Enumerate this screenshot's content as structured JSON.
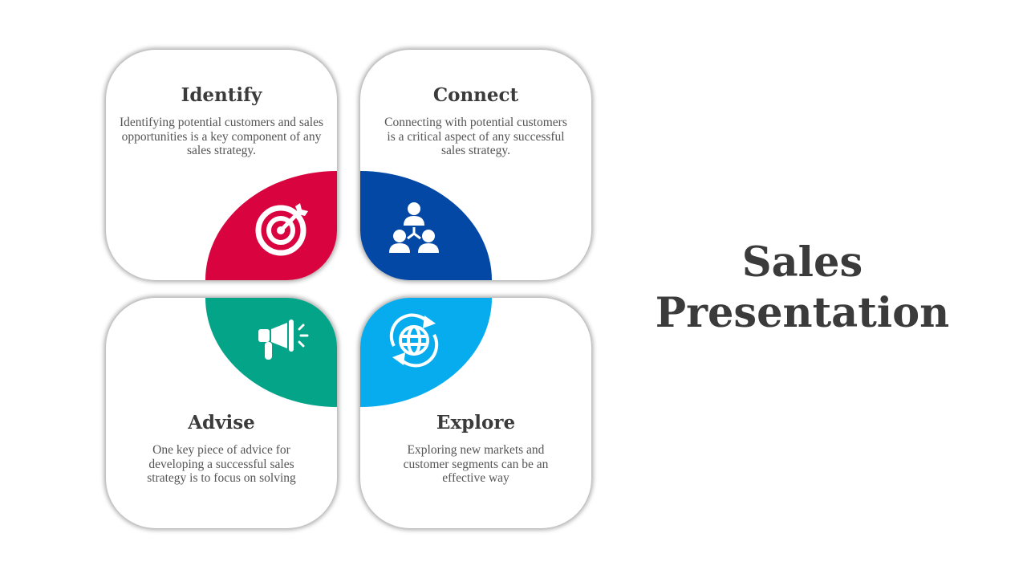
{
  "slide_title": "Sales Presentation",
  "slide_title_lines": [
    "Sales",
    "Presentation"
  ],
  "cards": [
    {
      "title": "Identify",
      "body": "Identifying potential customers and sales opportunities is a key component of any sales strategy.",
      "icon": "target-icon",
      "color": "#d9043f"
    },
    {
      "title": "Connect",
      "body": "Connecting with potential customers is a critical aspect of any successful sales strategy.",
      "icon": "network-people-icon",
      "color": "#0448a6"
    },
    {
      "title": "Advise",
      "body": "One key piece of advice for developing a successful sales strategy is to focus on solving",
      "icon": "megaphone-icon",
      "color": "#03a488"
    },
    {
      "title": "Explore",
      "body": "Exploring new markets and customer segments can be an effective way",
      "icon": "globe-refresh-icon",
      "color": "#06acee"
    }
  ]
}
